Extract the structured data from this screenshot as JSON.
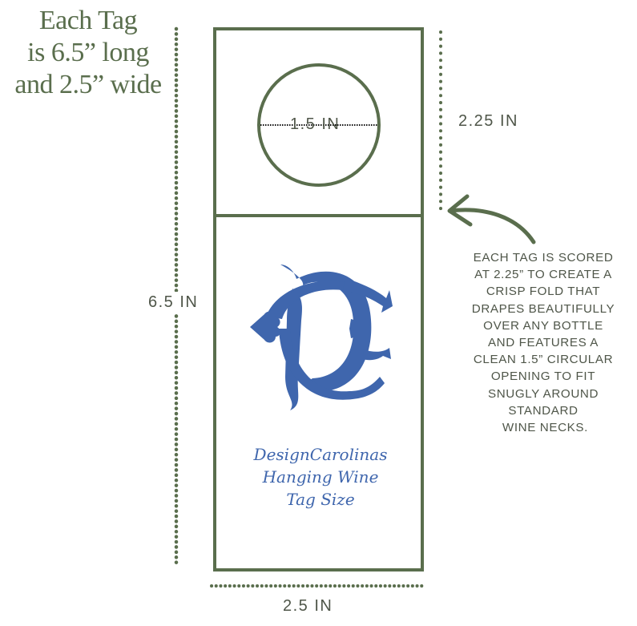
{
  "headline": {
    "lines": [
      "Each Tag",
      "is  6.5” long",
      "and 2.5” wide"
    ]
  },
  "dimensions": {
    "circle_diameter": "1.5  IN",
    "top_section_height": "2.25  IN",
    "total_length": "6.5  IN",
    "width": "2.5  IN"
  },
  "note": {
    "lines": [
      "EACH TAG IS SCORED",
      "AT 2.25” TO CREATE A",
      "CRISP FOLD THAT",
      "DRAPES BEAUTIFULLY",
      "OVER ANY BOTTLE",
      "AND FEATURES A",
      "CLEAN 1.5” CIRCULAR",
      "OPENING TO FIT",
      "SNUGLY AROUND",
      "STANDARD",
      " WINE NECKS."
    ]
  },
  "tag_caption": {
    "lines": [
      "DesignCarolinas",
      "Hanging Wine",
      "Tag Size"
    ]
  },
  "monogram": {
    "letters": "DC",
    "icon": "dc-monogram-icon"
  },
  "colors": {
    "outline_green": "#5a6e4d",
    "text_gray": "#4f5649",
    "monogram_blue": "#3f66ad"
  }
}
